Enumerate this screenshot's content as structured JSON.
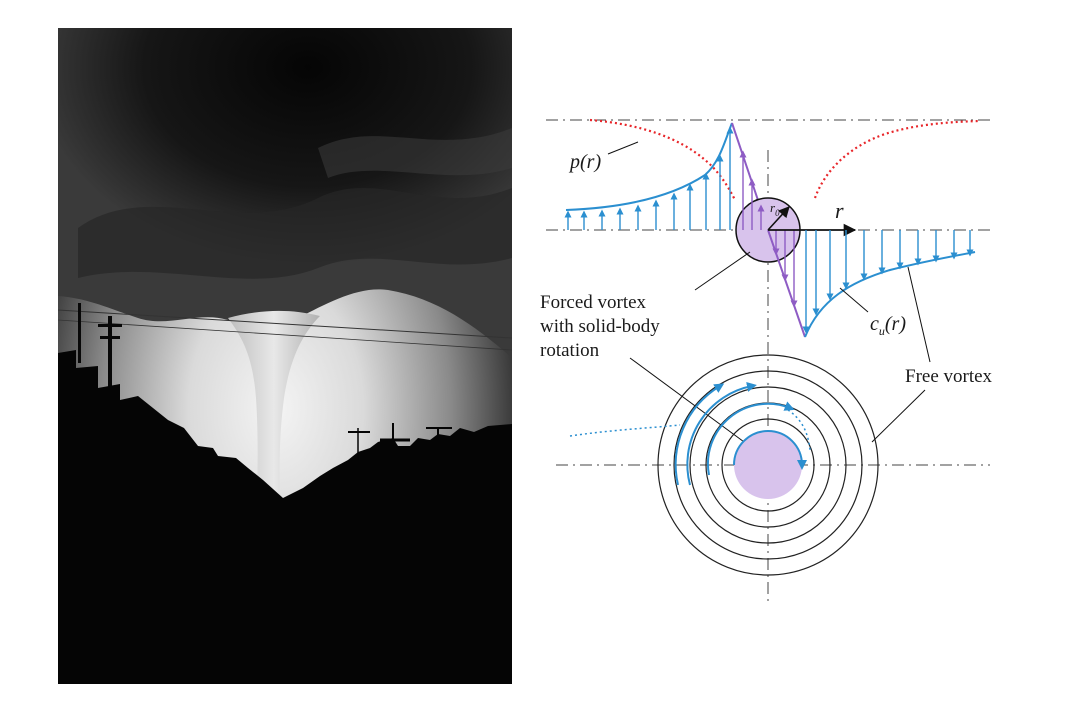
{
  "photo": {
    "subject": "tornado-photograph"
  },
  "diagram": {
    "pressure_label": "p(r)",
    "radius_label": "r",
    "velocity_label_main": "c",
    "velocity_label_sub": "u",
    "velocity_label_tail": "(r)",
    "r0_label": "r",
    "r0_sub": "0",
    "forced_vortex_lines": [
      "Forced vortex",
      "with solid-body",
      "rotation"
    ],
    "free_vortex_label": "Free vortex"
  },
  "colors": {
    "velocity": "#2b8fd0",
    "core": "#d8c3ec",
    "core_arrows": "#8e5cc4",
    "pressure": "#e8262a",
    "lines": "#222222"
  }
}
